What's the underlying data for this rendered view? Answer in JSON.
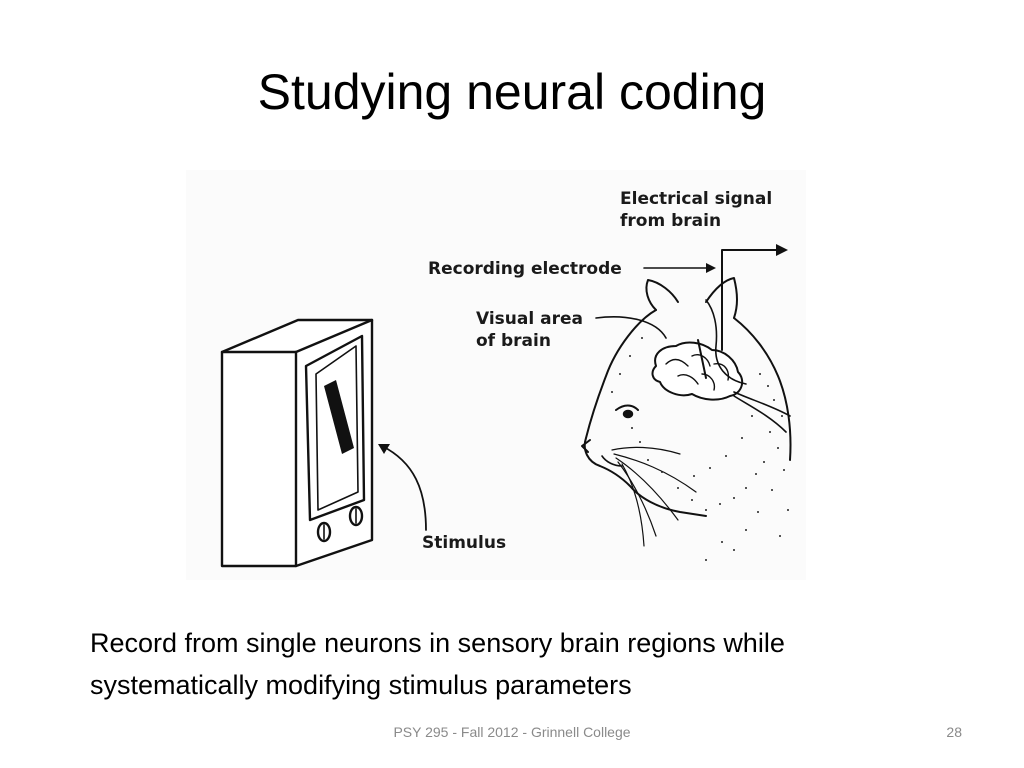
{
  "slide": {
    "title": "Studying neural coding",
    "body": "Record from single neurons in sensory brain regions while systematically modifying stimulus parameters",
    "footer": "PSY 295 - Fall 2012 - Grinnell College",
    "page_number": "28"
  },
  "figure": {
    "labels": {
      "electrical_signal_line1": "Electrical signal",
      "electrical_signal_line2": "from brain",
      "recording_electrode": "Recording electrode",
      "visual_area_line1": "Visual area",
      "visual_area_line2": "of brain",
      "stimulus": "Stimulus"
    }
  }
}
